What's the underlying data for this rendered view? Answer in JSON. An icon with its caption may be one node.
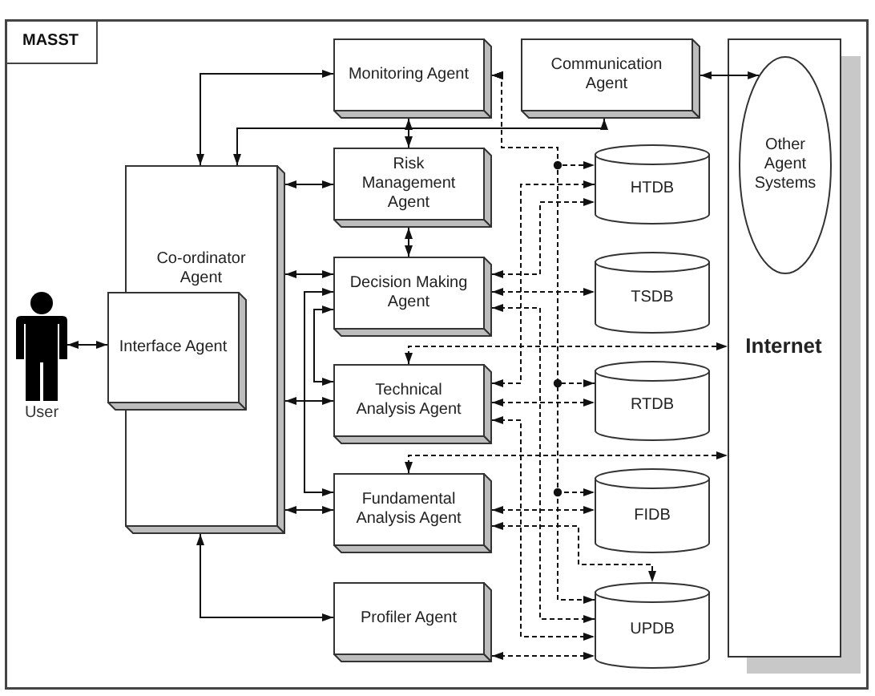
{
  "diagram": {
    "nodes": [
      {
        "text": [
          "MASST"
        ]
      },
      {
        "text": [
          "Monitoring Agent"
        ],
        "in": 0
      },
      {
        "text": [
          "Communication Agent"
        ],
        "in": 0
      },
      {
        "text": [
          "Internet"
        ],
        "in": 0
      },
      {
        "text": [
          "Other Agent Systems"
        ],
        "in": 3
      },
      {
        "text": [
          "Risk Management Agent"
        ],
        "in": 0
      },
      {
        "text": [
          "HTDB"
        ],
        "in": 0
      },
      {
        "text": [
          "Co-ordinator Agent"
        ],
        "in": 0
      },
      {
        "text": [
          "Decision Making Agent"
        ],
        "in": 0
      },
      {
        "text": [
          "TSDB"
        ],
        "in": 0
      },
      {
        "text": [],
        "shape": "person",
        "beside": [
          "User"
        ],
        "in": 0
      },
      {
        "text": [
          "Interface Agent"
        ],
        "in": 0
      },
      {
        "text": [
          "Technical Analysis Agent"
        ],
        "in": 0
      },
      {
        "text": [
          "RTDB"
        ],
        "in": 0
      },
      {
        "text": [
          "Fundamental Analysis Agent"
        ],
        "in": 0
      },
      {
        "text": [
          "FIDB"
        ],
        "in": 0
      },
      {
        "text": [
          "Profiler Agent"
        ],
        "in": 0
      },
      {
        "text": [
          "UPDB"
        ],
        "in": 0
      }
    ],
    "edges": [
      {
        "from": 7,
        "to": 1,
        "arrow": "both"
      },
      {
        "from": 7,
        "to": 2,
        "arrow": "both"
      },
      {
        "from": 2,
        "to": 4,
        "arrow": "both"
      },
      {
        "from": 1,
        "to": 5,
        "arrow": "both"
      },
      {
        "from": 5,
        "to": 8,
        "arrow": "both"
      },
      {
        "from": 7,
        "to": 5,
        "arrow": "both"
      },
      {
        "from": 7,
        "to": 8,
        "arrow": "both"
      },
      {
        "from": 7,
        "to": 12,
        "arrow": "both"
      },
      {
        "from": 7,
        "to": 14,
        "arrow": "both"
      },
      {
        "from": 7,
        "to": 16,
        "arrow": "both"
      },
      {
        "from": 10,
        "to": 11,
        "arrow": "both"
      },
      {
        "from": 8,
        "to": 12,
        "arrow": "both"
      },
      {
        "from": 8,
        "to": 14,
        "arrow": "both"
      },
      {
        "from": 1,
        "to": 6,
        "arrow": "both",
        "style": "dashed"
      },
      {
        "from": 1,
        "to": 13,
        "arrow": "both",
        "style": "dashed"
      },
      {
        "from": 1,
        "to": 15,
        "arrow": "both",
        "style": "dashed"
      },
      {
        "from": 1,
        "to": 17,
        "arrow": "both",
        "style": "dashed"
      },
      {
        "from": 8,
        "to": 6,
        "arrow": "both",
        "style": "dashed"
      },
      {
        "from": 8,
        "to": 9,
        "arrow": "both",
        "style": "dashed"
      },
      {
        "from": 8,
        "to": 17,
        "arrow": "both",
        "style": "dashed"
      },
      {
        "from": 12,
        "to": 6,
        "arrow": "both",
        "style": "dashed"
      },
      {
        "from": 12,
        "to": 13,
        "arrow": "both",
        "style": "dashed"
      },
      {
        "from": 12,
        "to": 17,
        "arrow": "both",
        "style": "dashed"
      },
      {
        "from": 12,
        "to": 3,
        "arrow": "both",
        "style": "dashed"
      },
      {
        "from": 14,
        "to": 3,
        "arrow": "both",
        "style": "dashed"
      },
      {
        "from": 14,
        "to": 15,
        "arrow": "both",
        "style": "dashed"
      },
      {
        "from": 14,
        "to": 17,
        "arrow": "both",
        "style": "dashed"
      },
      {
        "from": 16,
        "to": 17,
        "arrow": "both",
        "style": "dashed"
      }
    ]
  }
}
